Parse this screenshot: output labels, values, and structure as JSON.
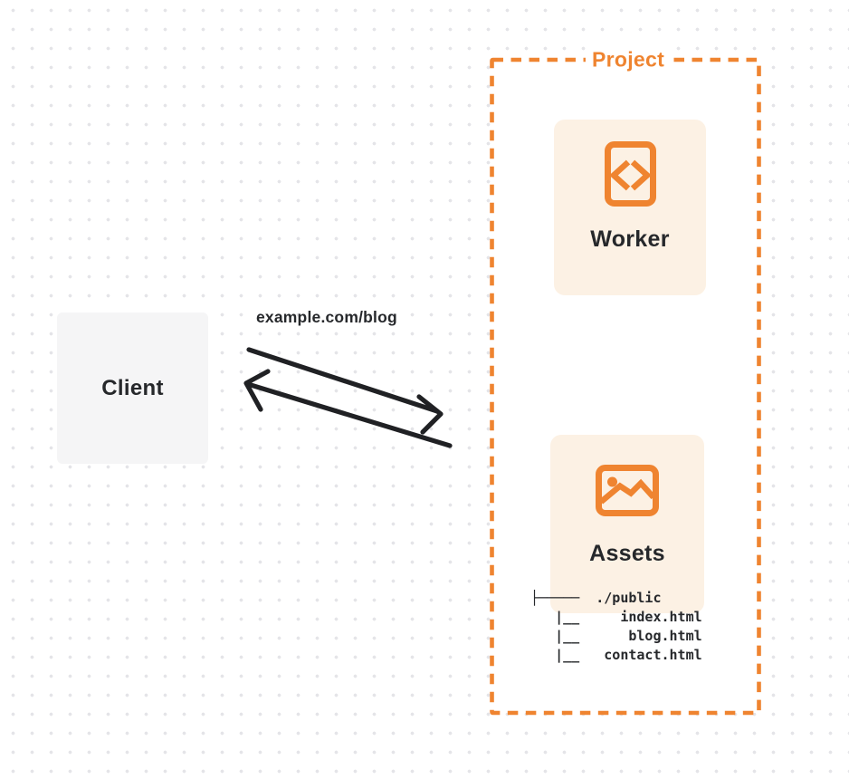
{
  "client": {
    "label": "Client"
  },
  "request": {
    "url_label": "example.com/blog"
  },
  "project": {
    "label": "Project",
    "worker": {
      "label": "Worker",
      "icon": "code-file-icon"
    },
    "assets": {
      "label": "Assets",
      "icon": "picture-icon",
      "file_tree_lines": [
        "├─────  ./public",
        "   |__     index.html",
        "   |__      blog.html",
        "   |__   contact.html"
      ]
    }
  },
  "colors": {
    "accent_orange": "#EF8430",
    "node_bg": "#FCF1E4",
    "client_bg": "#F5F5F6",
    "text_dark": "#26282B",
    "arrow_dark": "#202124",
    "grid_dot": "#E4E4E8"
  }
}
